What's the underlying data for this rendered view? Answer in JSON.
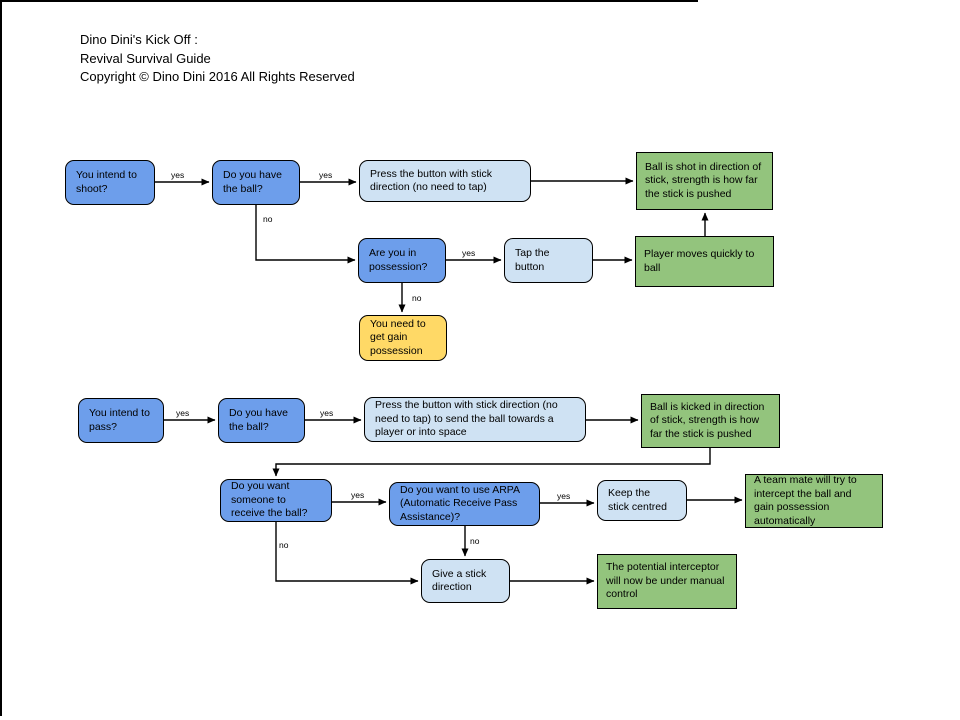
{
  "header": {
    "title_lines": "Dino Dini's Kick Off :\nRevival Survival Guide\nCopyright © Dino Dini 2016 All Rights Reserved"
  },
  "colors": {
    "decision_fill": "#6d9eeb",
    "action_fill": "#cfe2f3",
    "result_fill": "#93c47d",
    "warning_fill": "#ffd966",
    "border": "#000000",
    "arrow": "#000000"
  },
  "nodes": {
    "intend_shoot": {
      "kind": "decision",
      "text": "You intend to\nshoot?"
    },
    "have_ball_shoot": {
      "kind": "decision",
      "text": "Do you have\nthe ball?"
    },
    "press_button_stick": {
      "kind": "action",
      "text": "Press the button with stick\ndirection (no need to tap)"
    },
    "ball_shot": {
      "kind": "result",
      "text": "Ball is shot in direction of\nstick, strength is how far\nthe stick is pushed"
    },
    "in_possession": {
      "kind": "decision",
      "text": "Are you in\npossession?"
    },
    "tap_button": {
      "kind": "action",
      "text": "Tap the\nbutton"
    },
    "player_moves": {
      "kind": "result",
      "text": "Player moves quickly to\nball"
    },
    "need_possession": {
      "kind": "warning",
      "text": "You need to\nget gain\npossession"
    },
    "intend_pass": {
      "kind": "decision",
      "text": "You intend to\npass?"
    },
    "have_ball_pass": {
      "kind": "decision",
      "text": "Do you have\nthe ball?"
    },
    "press_button_pass": {
      "kind": "action",
      "text": "Press the button with stick direction (no\nneed to tap) to send the ball towards a\nplayer or into space"
    },
    "ball_kicked": {
      "kind": "result",
      "text": "Ball is kicked in direction\nof stick, strength is how\nfar the stick is pushed"
    },
    "want_receiver": {
      "kind": "decision",
      "text": "Do you want\nsomeone to\nreceive the ball?"
    },
    "use_arpa": {
      "kind": "decision",
      "text": "Do you want to use ARPA\n(Automatic Receive Pass\nAssistance)?"
    },
    "keep_stick": {
      "kind": "action",
      "text": "Keep the\nstick centred"
    },
    "teammate_intercept": {
      "kind": "result",
      "text": "A team mate will try to\nintercept the ball and\ngain possession\nautomatically"
    },
    "give_stick": {
      "kind": "action",
      "text": "Give a stick\ndirection"
    },
    "potential_interceptor": {
      "kind": "result",
      "text": "The potential interceptor\nwill now be under manual\ncontrol"
    }
  },
  "edges": [
    {
      "from": "intend_shoot",
      "to": "have_ball_shoot",
      "label": "yes"
    },
    {
      "from": "have_ball_shoot",
      "to": "press_button_stick",
      "label": "yes"
    },
    {
      "from": "press_button_stick",
      "to": "ball_shot",
      "label": ""
    },
    {
      "from": "have_ball_shoot",
      "to": "in_possession",
      "label": "no"
    },
    {
      "from": "in_possession",
      "to": "tap_button",
      "label": "yes"
    },
    {
      "from": "tap_button",
      "to": "player_moves",
      "label": ""
    },
    {
      "from": "player_moves",
      "to": "ball_shot",
      "label": ""
    },
    {
      "from": "in_possession",
      "to": "need_possession",
      "label": "no"
    },
    {
      "from": "intend_pass",
      "to": "have_ball_pass",
      "label": "yes"
    },
    {
      "from": "have_ball_pass",
      "to": "press_button_pass",
      "label": "yes"
    },
    {
      "from": "press_button_pass",
      "to": "ball_kicked",
      "label": ""
    },
    {
      "from": "ball_kicked",
      "to": "want_receiver",
      "label": ""
    },
    {
      "from": "want_receiver",
      "to": "use_arpa",
      "label": "yes"
    },
    {
      "from": "use_arpa",
      "to": "keep_stick",
      "label": "yes"
    },
    {
      "from": "keep_stick",
      "to": "teammate_intercept",
      "label": ""
    },
    {
      "from": "want_receiver",
      "to": "give_stick",
      "label": "no"
    },
    {
      "from": "use_arpa",
      "to": "give_stick",
      "label": "no"
    },
    {
      "from": "give_stick",
      "to": "potential_interceptor",
      "label": ""
    }
  ]
}
